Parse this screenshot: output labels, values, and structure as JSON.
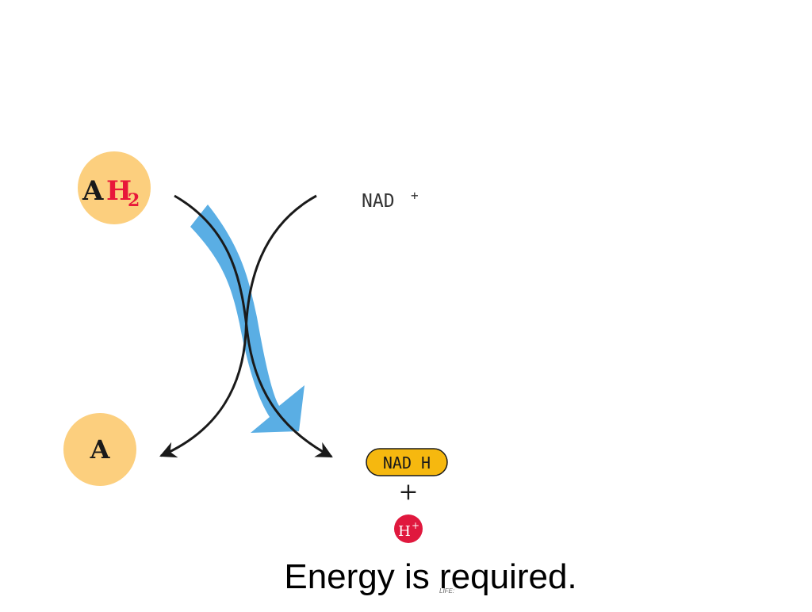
{
  "diagram": {
    "substrate_reduced": {
      "main": "A",
      "h": "H",
      "sub": "2"
    },
    "substrate_oxidized": {
      "label": "A"
    },
    "cofactor_in": {
      "label": "NAD",
      "sup": "+"
    },
    "cofactor_out": {
      "label": "NAD H"
    },
    "plus_sign": "+",
    "proton": {
      "label": "H",
      "sup": "+"
    },
    "colors": {
      "circle_fill": "#fccf7e",
      "red_text": "#e8173a",
      "energy_arrow": "#5aaee4",
      "pill_fill": "#f6b80f",
      "proton_fill": "#e0183e",
      "arrows": "#1a1a1a"
    }
  },
  "caption": "Energy is required.",
  "watermark": "LIFE:"
}
